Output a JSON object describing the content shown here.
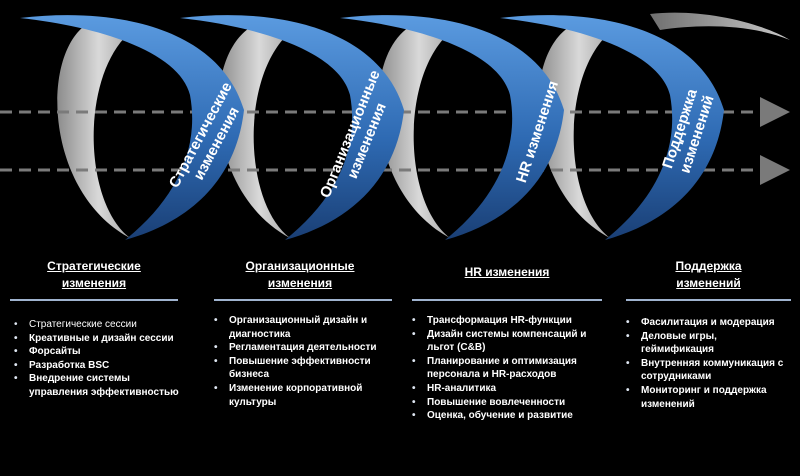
{
  "loops": [
    {
      "label_line1": "Стратегические",
      "label_line2": "изменения"
    },
    {
      "label_line1": "Организационные",
      "label_line2": "изменения"
    },
    {
      "label_line1": "HR изменения",
      "label_line2": ""
    },
    {
      "label_line1": "Поддержка",
      "label_line2": "изменений"
    }
  ],
  "columns": [
    {
      "title_line1": "Стратегические",
      "title_line2": "изменения",
      "items": [
        "Стратегические сессии",
        "Креативные и дизайн сессии",
        "Форсайты",
        "Разработка BSC",
        "Внедрение системы управления эффективностью"
      ]
    },
    {
      "title_line1": "Организационные",
      "title_line2": "изменения",
      "items": [
        "Организационный дизайн и диагностика",
        "Регламентация деятельности",
        "Повышение эффективности бизнеса",
        "Изменение корпоративной культуры"
      ]
    },
    {
      "title_line1": "HR изменения",
      "title_line2": "",
      "items": [
        "Трансформация HR-функции",
        "Дизайн системы компенсаций и льгот (C&B)",
        "Планирование и оптимизация персонала и HR-расходов",
        "HR-аналитика",
        "Повышение вовлеченности",
        "Оценка, обучение и развитие"
      ]
    },
    {
      "title_line1": "Поддержка",
      "title_line2": "изменений",
      "items": [
        "Фасилитация и модерация",
        "Деловые игры, геймификация",
        "Внутренняя коммуникация с сотрудниками",
        "Мониторинг и поддержка изменений"
      ]
    }
  ],
  "colors": {
    "blue_dark": "#1f4f8e",
    "blue_light": "#4a86cc",
    "grey": "#b8b8b8",
    "arrow": "#7a7a7a",
    "divider": "#9fb3cf"
  }
}
